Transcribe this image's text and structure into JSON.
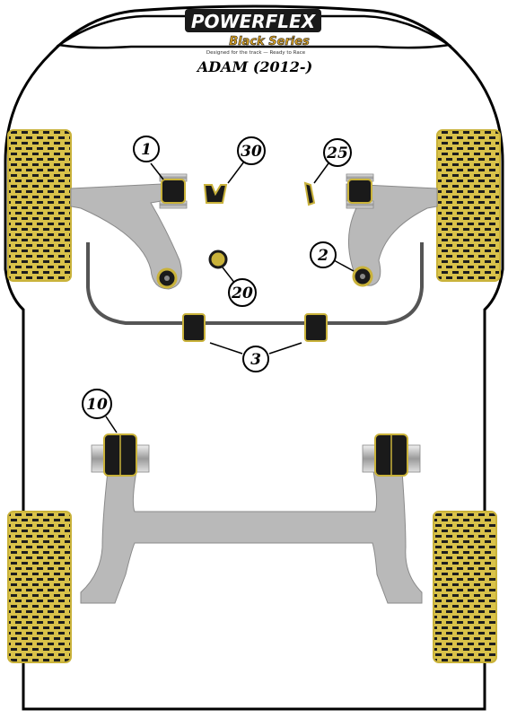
{
  "brand": {
    "logo_text": "POWERFLEX",
    "series_text": "Black Series",
    "tagline": "Designed for the track — Ready to Race"
  },
  "title": "ADAM (2012-)",
  "callouts": {
    "c1": "1",
    "c2": "2",
    "c3": "3",
    "c10": "10",
    "c20": "20",
    "c25": "25",
    "c30": "30"
  },
  "colors": {
    "tyre_yellow": "#d9c24a",
    "tyre_dark": "#1e1e1e",
    "arm_grey": "#b9b9b9",
    "bush_black": "#1a1a1a",
    "bush_gold": "#c9b23a",
    "body_outline": "#000000"
  }
}
